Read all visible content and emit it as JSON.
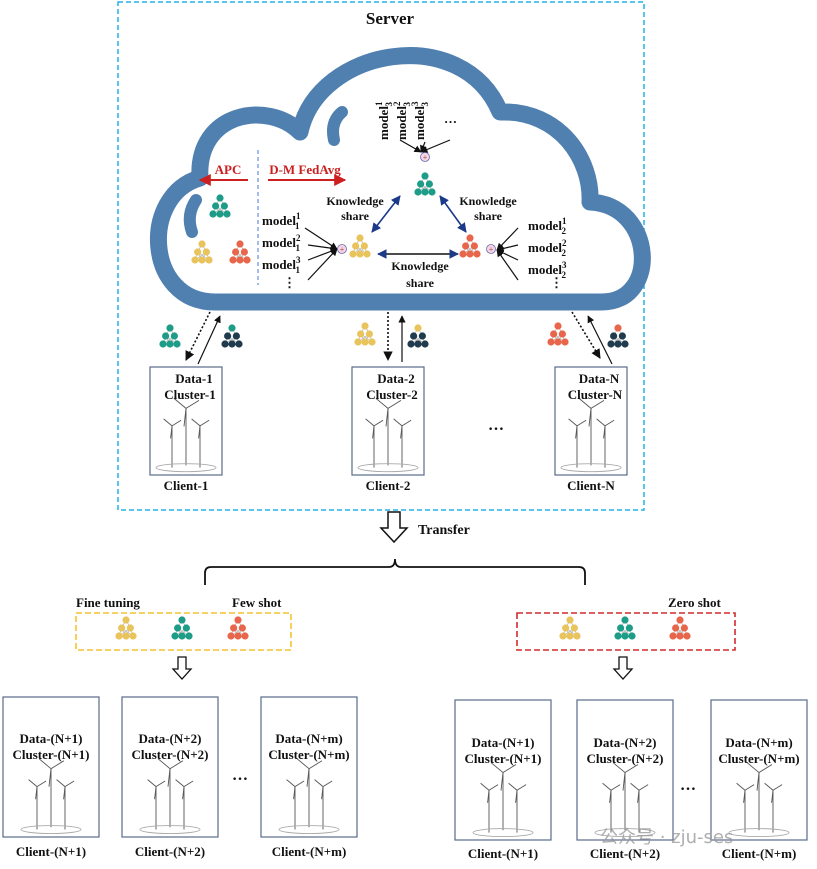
{
  "server": {
    "title": "Server",
    "apc_label": "APC",
    "fedavg_label": "D-M FedAvg",
    "knowledge_share": [
      "Knowledge",
      "share"
    ],
    "model_word": "model",
    "models_left": [
      {
        "sup": "1",
        "sub": "1"
      },
      {
        "sup": "2",
        "sub": "1"
      },
      {
        "sup": "3",
        "sub": "1"
      }
    ],
    "models_right": [
      {
        "sup": "1",
        "sub": "2"
      },
      {
        "sup": "2",
        "sub": "2"
      },
      {
        "sup": "3",
        "sub": "2"
      }
    ],
    "models_top": [
      {
        "sup": "1",
        "sub": "3"
      },
      {
        "sup": "2",
        "sub": "3"
      },
      {
        "sup": "3",
        "sub": "3"
      }
    ],
    "ellipsis": "…",
    "vellipsis": "⋮"
  },
  "clients": [
    {
      "data": "Data-1",
      "cluster": "Cluster-1",
      "name": "Client-1"
    },
    {
      "data": "Data-2",
      "cluster": "Cluster-2",
      "name": "Client-2"
    },
    {
      "data": "Data-N",
      "cluster": "Cluster-N",
      "name": "Client-N"
    }
  ],
  "clients_ellipsis": "…",
  "transfer_label": "Transfer",
  "fine_tuning_label": "Fine tuning",
  "few_shot_label": "Few shot",
  "zero_shot_label": "Zero shot",
  "new_clients_left": [
    {
      "data": "Data-(N+1)",
      "cluster": "Cluster-(N+1)",
      "name": "Client-(N+1)"
    },
    {
      "data": "Data-(N+2)",
      "cluster": "Cluster-(N+2)",
      "name": "Client-(N+2)"
    },
    {
      "data": "Data-(N+m)",
      "cluster": "Cluster-(N+m)",
      "name": "Client-(N+m)"
    }
  ],
  "new_clients_right": [
    {
      "data": "Data-(N+1)",
      "cluster": "Cluster-(N+1)",
      "name": "Client-(N+1)"
    },
    {
      "data": "Data-(N+2)",
      "cluster": "Cluster-(N+2)",
      "name": "Client-(N+2)"
    },
    {
      "data": "Data-(N+m)",
      "cluster": "Cluster-(N+m)",
      "name": "Client-(N+m)"
    }
  ],
  "watermark": "公众号 · zju-ses",
  "colors": {
    "teal": "#1d9c88",
    "yellow": "#e9c35c",
    "orange": "#e8664b",
    "navy": "#1f3b4d",
    "cloud": "#4f80b0",
    "server_border": "#22b2e6",
    "fine_tune_border": "#f4c430",
    "zero_shot_border": "#d42a2a",
    "accent_red": "#cc1f1f"
  }
}
